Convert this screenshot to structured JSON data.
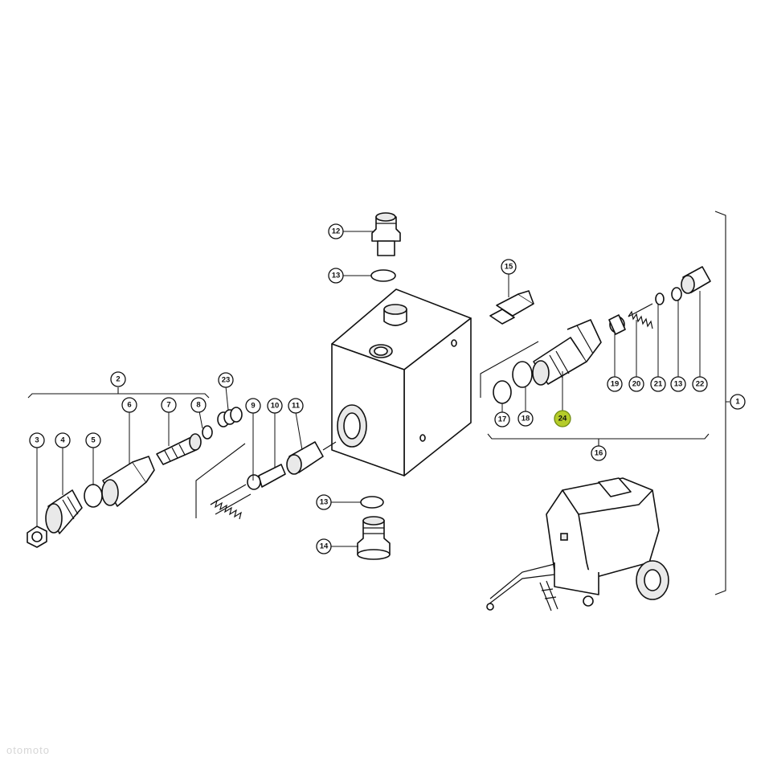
{
  "callouts": [
    {
      "id": "1",
      "label": "1"
    },
    {
      "id": "2",
      "label": "2"
    },
    {
      "id": "3",
      "label": "3"
    },
    {
      "id": "4",
      "label": "4"
    },
    {
      "id": "5",
      "label": "5"
    },
    {
      "id": "6",
      "label": "6"
    },
    {
      "id": "7",
      "label": "7"
    },
    {
      "id": "8",
      "label": "8"
    },
    {
      "id": "9",
      "label": "9"
    },
    {
      "id": "10",
      "label": "10"
    },
    {
      "id": "11",
      "label": "11"
    },
    {
      "id": "12",
      "label": "12"
    },
    {
      "id": "13a",
      "label": "13"
    },
    {
      "id": "13b",
      "label": "13"
    },
    {
      "id": "13c",
      "label": "13"
    },
    {
      "id": "14",
      "label": "14"
    },
    {
      "id": "15",
      "label": "15"
    },
    {
      "id": "16",
      "label": "16"
    },
    {
      "id": "17",
      "label": "17"
    },
    {
      "id": "18",
      "label": "18"
    },
    {
      "id": "19",
      "label": "19"
    },
    {
      "id": "20",
      "label": "20"
    },
    {
      "id": "21",
      "label": "21"
    },
    {
      "id": "22",
      "label": "22"
    },
    {
      "id": "23",
      "label": "23"
    },
    {
      "id": "24",
      "label": "24"
    }
  ],
  "highlighted_part": "24",
  "colors": {
    "line": "#111111",
    "background": "#ffffff",
    "highlight": "#b5cc2a"
  },
  "watermark": "otomoto"
}
